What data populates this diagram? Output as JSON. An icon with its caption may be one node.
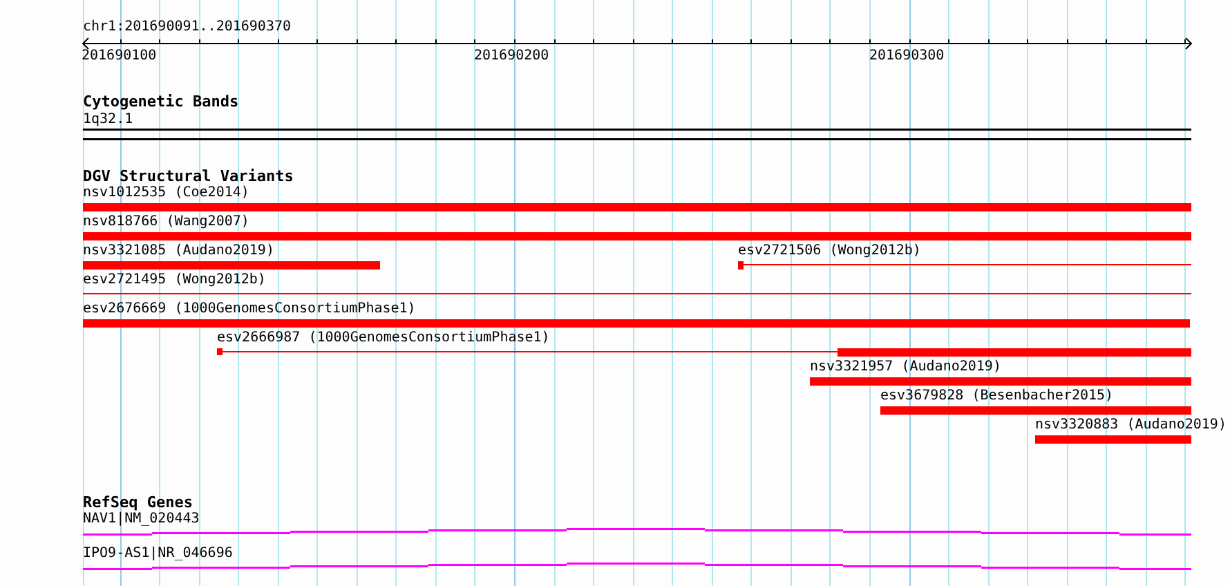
{
  "diagram": {
    "nodes": [
      {
        "text": [
          "1q32.1"
        ]
      },
      {
        "text": [
          "nsv1012535 (Coe2014)"
        ]
      },
      {
        "text": [
          "nsv818766 (Wang2007)"
        ]
      },
      {
        "text": [
          "nsv3321085 (Audano2019)"
        ]
      },
      {
        "text": [
          "esv2721506 (Wong2012b)"
        ]
      },
      {
        "text": [
          "esv2721495 (Wong2012b)"
        ]
      },
      {
        "text": [
          "esv2676669 (1000GenomesConsortiumPhase1)"
        ]
      },
      {
        "text": [
          "esv2666987 (1000GenomesConsortiumPhase1)"
        ]
      },
      {
        "text": [
          "nsv3321957 (Audano2019)"
        ]
      },
      {
        "text": [
          "esv3679828 (Besenbacher2015)"
        ]
      },
      {
        "text": [
          "nsv3320883 (Audano2019)"
        ]
      },
      {
        "text": [
          "NAV1|NM_020443"
        ]
      },
      {
        "text": [
          "IPO9-AS1|NR_046696"
        ]
      }
    ],
    "labels": [
      "chr1:201690091..201690370",
      "201690100",
      "201690200",
      "201690300",
      "Cytogenetic Bands",
      "DGV Structural Variants",
      "RefSeq Genes"
    ]
  }
}
